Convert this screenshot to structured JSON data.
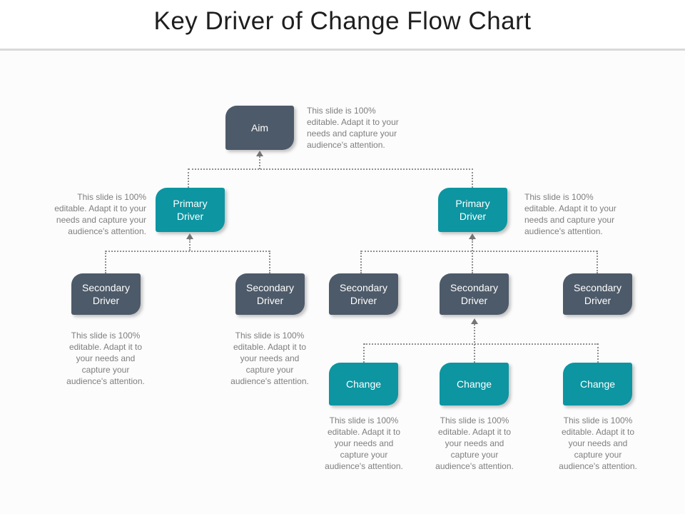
{
  "slide": {
    "title": "Key Driver of Change Flow Chart"
  },
  "colors": {
    "teal": "#0d95a1",
    "slate": "#4d5a69",
    "caption_text": "#7f7f7f",
    "connector": "#909090",
    "divider": "#d9d9d9"
  },
  "diagram": {
    "aim": {
      "label": "Aim",
      "caption_lines": [
        "This slide is 100%",
        "editable. Adapt it to your",
        "needs and capture your",
        "audience's attention."
      ]
    },
    "primary_drivers": [
      {
        "label": "Primary Driver",
        "caption_lines": [
          "This slide is 100%",
          "editable. Adapt it to your",
          "needs and capture your",
          "audience's attention."
        ]
      },
      {
        "label": "Primary Driver",
        "caption_lines": [
          "This slide is 100%",
          "editable. Adapt it to your",
          "needs and capture your",
          "audience's attention."
        ]
      }
    ],
    "secondary_drivers": [
      {
        "label": "Secondary Driver",
        "caption_lines": [
          "This slide is 100%",
          "editable. Adapt it to",
          "your needs and",
          "capture your",
          "audience's attention."
        ]
      },
      {
        "label": "Secondary Driver",
        "caption_lines": [
          "This slide is 100%",
          "editable. Adapt it to",
          "your needs and",
          "capture your",
          "audience's attention."
        ]
      },
      {
        "label": "Secondary Driver"
      },
      {
        "label": "Secondary Driver"
      },
      {
        "label": "Secondary Driver"
      }
    ],
    "changes": [
      {
        "label": "Change",
        "caption_lines": [
          "This slide is 100%",
          "editable. Adapt it to",
          "your needs and",
          "capture your",
          "audience's attention."
        ]
      },
      {
        "label": "Change",
        "caption_lines": [
          "This slide is 100%",
          "editable. Adapt it to",
          "your needs and",
          "capture your",
          "audience's attention."
        ]
      },
      {
        "label": "Change",
        "caption_lines": [
          "This slide is 100%",
          "editable. Adapt it to",
          "your needs and",
          "capture your",
          "audience's attention."
        ]
      }
    ]
  }
}
